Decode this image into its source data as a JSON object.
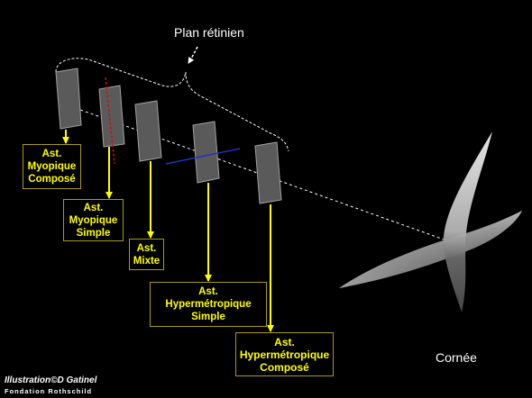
{
  "title": "Plan rétinien",
  "boxes": [
    {
      "lines": [
        "Ast.",
        "Myopique",
        "Composé"
      ]
    },
    {
      "lines": [
        "Ast.",
        "Myopique",
        "Simple"
      ]
    },
    {
      "lines": [
        "Ast.",
        "Mixte"
      ]
    },
    {
      "lines": [
        "Ast.",
        "Hypermétropique",
        "Simple"
      ]
    },
    {
      "lines": [
        "Ast.",
        "Hypermétropique",
        "Composé"
      ]
    }
  ],
  "cornea_label": "Cornée",
  "credit": {
    "line1": "Illustration©D Gatinel",
    "line2": "Fondation Rothschild"
  },
  "colors": {
    "background": "#000000",
    "arrow": "#ffff00",
    "box_border": "#a89a1a",
    "box_text": "#ffff00",
    "plate_fill": "#5a5a5a",
    "plate_border": "#a0a0a0",
    "vertical_focal_line": "#cc1111",
    "horizontal_focal_line": "#2233bb",
    "dashed_lines": "#ffffff"
  }
}
